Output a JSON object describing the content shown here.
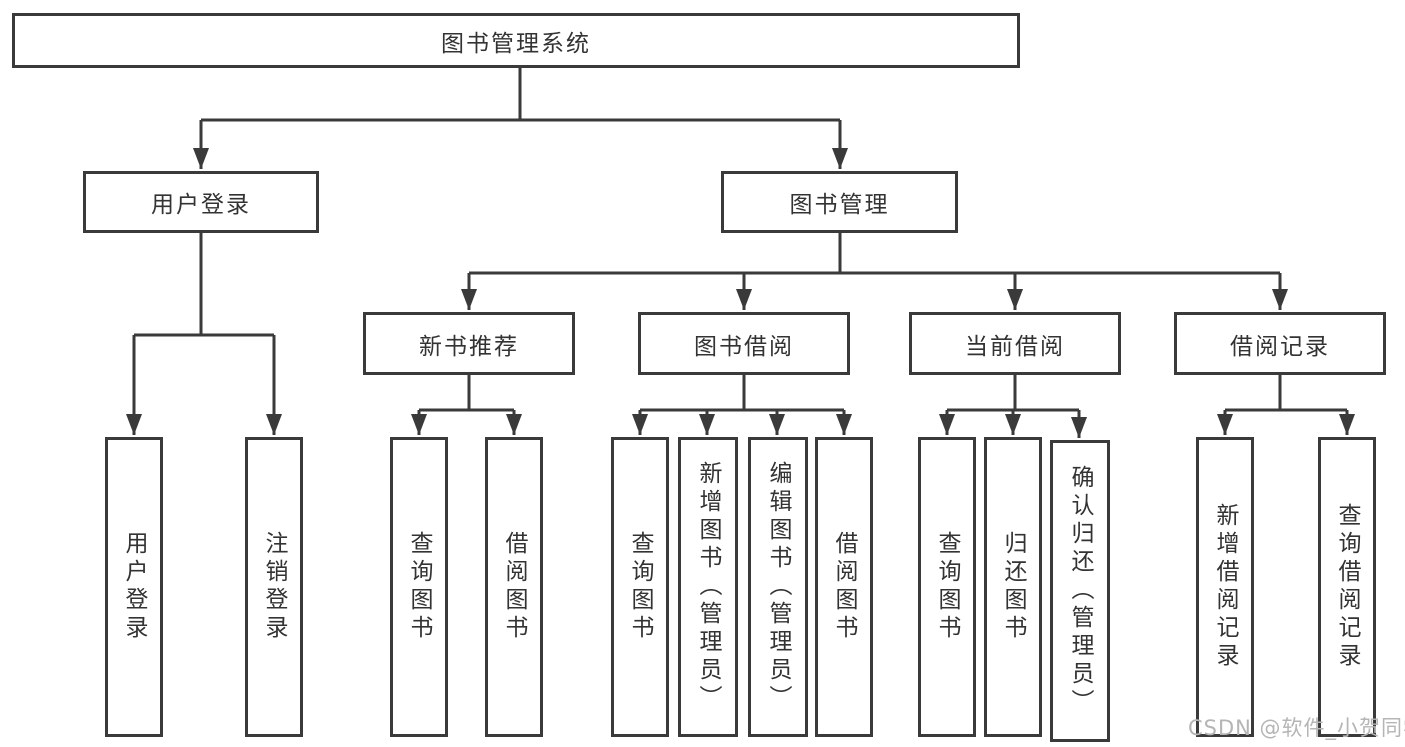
{
  "tree": {
    "root": {
      "label": "图书管理系统"
    },
    "branches": [
      {
        "label": "用户登录",
        "children": [
          {
            "label": "用户登录"
          },
          {
            "label": "注销登录"
          }
        ]
      },
      {
        "label": "图书管理",
        "children": [
          {
            "label": "新书推荐",
            "children": [
              {
                "label": "查询图书"
              },
              {
                "label": "借阅图书"
              }
            ]
          },
          {
            "label": "图书借阅",
            "children": [
              {
                "label": "查询图书"
              },
              {
                "label": "新增图书（管理员）"
              },
              {
                "label": "编辑图书（管理员）"
              },
              {
                "label": "借阅图书"
              }
            ]
          },
          {
            "label": "当前借阅",
            "children": [
              {
                "label": "查询图书"
              },
              {
                "label": "归还图书"
              },
              {
                "label": "确认归还（管理员）"
              }
            ]
          },
          {
            "label": "借阅记录",
            "children": [
              {
                "label": "新增借阅记录"
              },
              {
                "label": "查询借阅记录"
              }
            ]
          }
        ]
      }
    ]
  },
  "watermark": {
    "text": "CSDN @软件_小贺同学"
  },
  "colors": {
    "line": "#3a3a3a",
    "box_border": "#3a3a3a",
    "box_fill": "#ffffff",
    "text": "#333333",
    "watermark": "#b5b5b5",
    "background": "#ffffff"
  }
}
